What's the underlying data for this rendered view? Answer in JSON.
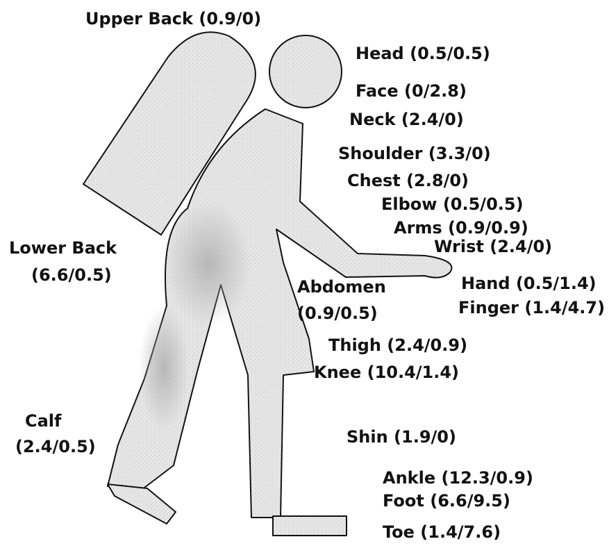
{
  "figure": {
    "fill_color": "#e3e3e3",
    "shade_color": "#bdbdbd",
    "outline_color": "#111111"
  },
  "labels": {
    "upper_back": "Upper Back (0.9/0)",
    "head": "Head (0.5/0.5)",
    "face": "Face (0/2.8)",
    "neck": "Neck (2.4/0)",
    "shoulder": "Shoulder (3.3/0)",
    "chest": "Chest (2.8/0)",
    "elbow": "Elbow (0.5/0.5)",
    "arms": "Arms (0.9/0.9)",
    "wrist": "Wrist (2.4/0)",
    "lower_back_name": "Lower Back",
    "lower_back_value": "(6.6/0.5)",
    "abdomen_name": "Abdomen",
    "abdomen_value": "(0.9/0.5)",
    "hand": "Hand (0.5/1.4)",
    "finger": "Finger (1.4/4.7)",
    "thigh": "Thigh (2.4/0.9)",
    "knee": "Knee (10.4/1.4)",
    "calf_name": "Calf",
    "calf_value": "(2.4/0.5)",
    "shin": "Shin (1.9/0)",
    "ankle": "Ankle (12.3/0.9)",
    "foot": "Foot (6.6/9.5)",
    "toe": "Toe (1.4/7.6)"
  }
}
